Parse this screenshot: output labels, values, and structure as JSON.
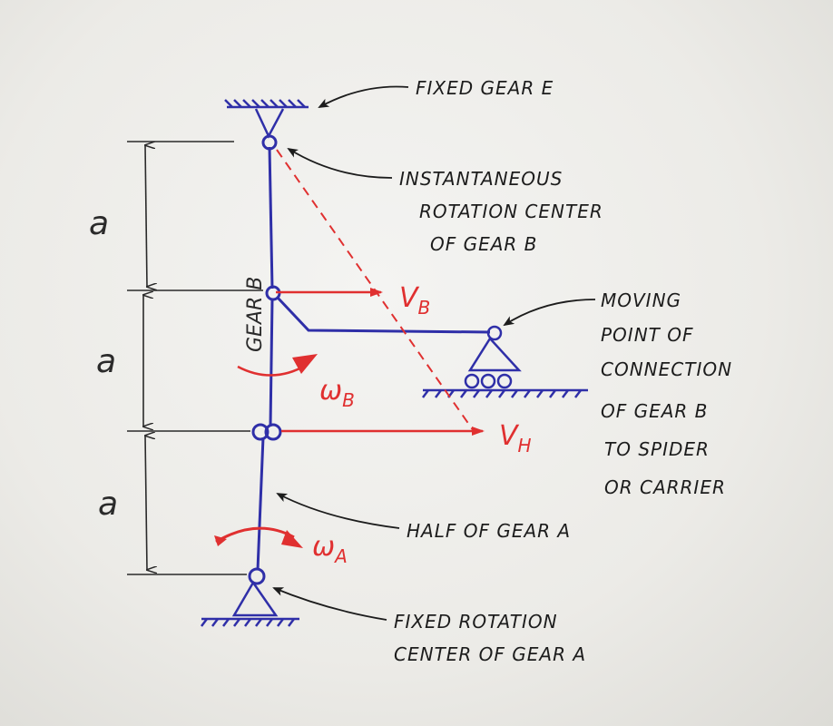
{
  "colors": {
    "ink_blue": "#2f2fa8",
    "ink_red": "#e03030",
    "ink_black": "#1c1c1c"
  },
  "labels": {
    "fixed_gear_e": "FIXED GEAR E",
    "inst_center": [
      "INSTANTANEOUS",
      "ROTATION CENTER",
      "OF GEAR B"
    ],
    "gear_b": "GEAR B",
    "moving_point": [
      "MOVING",
      "POINT OF",
      "CONNECTION",
      "OF GEAR B",
      "TO SPIDER",
      "OR CARRIER"
    ],
    "half_gear_a": "HALF OF GEAR A",
    "fixed_rotation": [
      "FIXED ROTATION",
      "CENTER OF GEAR A"
    ]
  },
  "dimensions": {
    "a1": "a",
    "a2": "a",
    "a3": "a"
  },
  "vectors": {
    "vb_main": "V",
    "vb_sub": "B",
    "vh_main": "V",
    "vh_sub": "H",
    "omega_b_main": "ω",
    "omega_b_sub": "B",
    "omega_a_main": "ω",
    "omega_a_sub": "A"
  }
}
